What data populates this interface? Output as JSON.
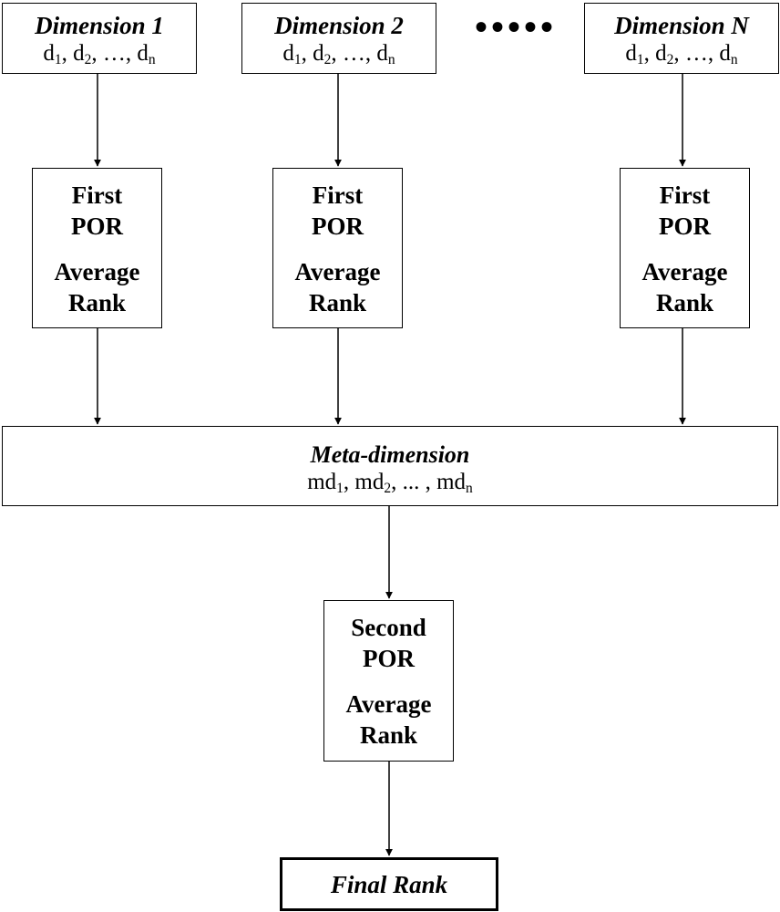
{
  "dimensions": [
    {
      "title": "Dimension 1",
      "vars": {
        "v1": "d",
        "s1": "1",
        "v2": "d",
        "s2": "2",
        "sep": "…",
        "v3": "d",
        "s3": "n"
      }
    },
    {
      "title": "Dimension 2",
      "vars": {
        "v1": "d",
        "s1": "1",
        "v2": "d",
        "s2": "2",
        "sep": "…",
        "v3": "d",
        "s3": "n"
      }
    },
    {
      "title": "Dimension N",
      "vars": {
        "v1": "d",
        "s1": "1",
        "v2": "d",
        "s2": "2",
        "sep": "…",
        "v3": "d",
        "s3": "n"
      }
    }
  ],
  "ellipsis": "•••••",
  "first_por": {
    "line1": "First",
    "line2": "POR",
    "line3": "Average",
    "line4": "Rank"
  },
  "meta": {
    "title": "Meta-dimension",
    "vars": {
      "v1": "md",
      "s1": "1",
      "v2": "md",
      "s2": "2",
      "sep": "...",
      "v3": "md",
      "s3": "n"
    }
  },
  "second_por": {
    "line1": "Second",
    "line2": "POR",
    "line3": "Average",
    "line4": "Rank"
  },
  "final": "Final Rank"
}
